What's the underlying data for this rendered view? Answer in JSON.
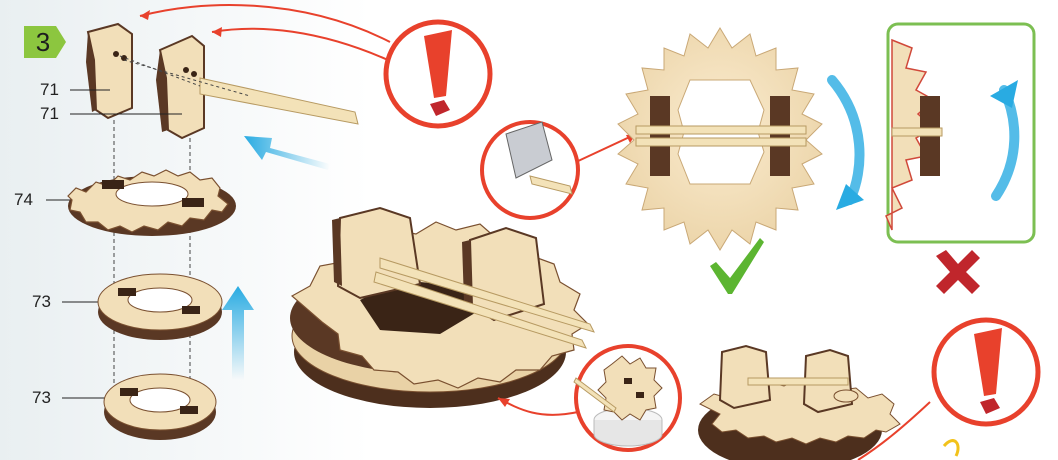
{
  "step": {
    "number": "3"
  },
  "part_labels": {
    "p71a": "71",
    "p71b": "71",
    "p74": "74",
    "p73a": "73",
    "p73b": "73"
  },
  "icons": [
    "warning-icon",
    "checkmark-icon",
    "cross-icon",
    "arrow-icon"
  ],
  "colors": {
    "step_badge": "#8cc63f",
    "warning_ring": "#e8412c",
    "check_green": "#5cb531",
    "cross_red": "#c0262c",
    "blue_arrow": "#29abe2",
    "wood_light": "#f2dfb9",
    "wood_dark": "#5a3824",
    "frame_green": "#7cbf52"
  }
}
